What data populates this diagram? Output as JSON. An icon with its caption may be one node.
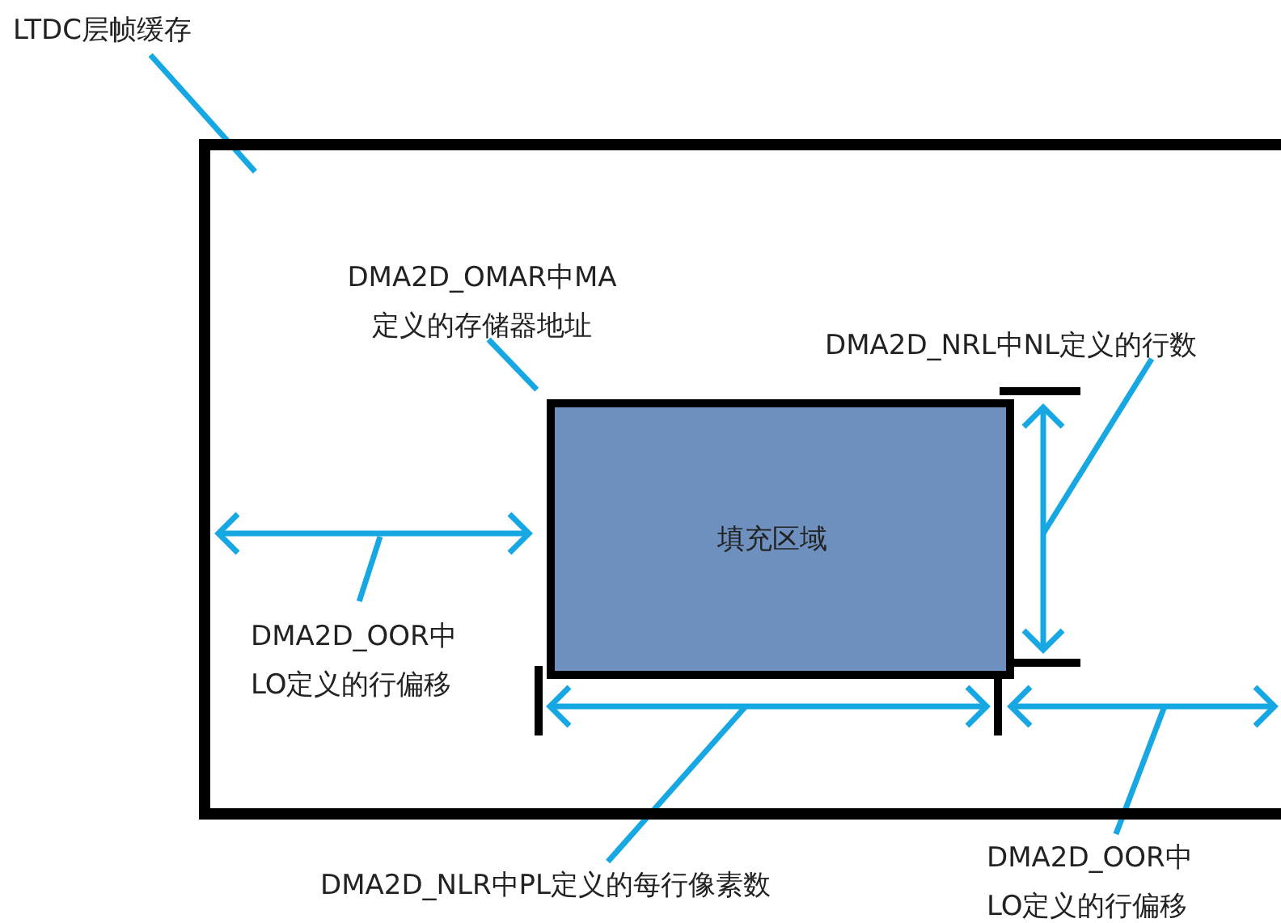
{
  "diagram": {
    "nodes": [
      {
        "text": [
          "LTDC层帧缓存"
        ]
      },
      {
        "text": [],
        "shape": "box"
      },
      {
        "text": [
          "DMA2D_OMAR中MA定义的存储器地址"
        ],
        "in": 1
      },
      {
        "text": [
          "填充区域"
        ],
        "in": 1
      },
      {
        "text": [
          "DMA2D_NRL中NL定义的行数"
        ],
        "in": 1
      },
      {
        "text": [
          "DMA2D_OOR中LO定义的行偏移"
        ],
        "in": 1
      },
      {
        "text": [
          "DMA2D_NLR中PL定义的每行像素数"
        ]
      },
      {
        "text": [
          "DMA2D_OOR中LO定义的行偏移"
        ]
      }
    ],
    "edges": [
      {
        "from": 0,
        "to": 1,
        "arrow": "none"
      },
      {
        "from": 2,
        "to": 3,
        "arrow": "none"
      },
      {
        "from": 4,
        "to": null,
        "arrow": "none"
      },
      {
        "from": 5,
        "to": null,
        "arrow": "none"
      },
      {
        "from": 6,
        "to": null,
        "arrow": "none"
      },
      {
        "from": 7,
        "to": null,
        "arrow": "none"
      }
    ]
  }
}
